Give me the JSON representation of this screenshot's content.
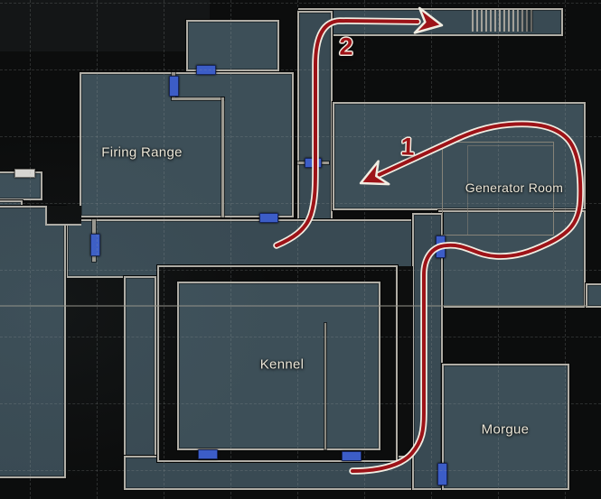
{
  "map": {
    "rooms": [
      {
        "id": "firing-range",
        "label": "Firing Range"
      },
      {
        "id": "generator-room",
        "label": "Generator Room"
      },
      {
        "id": "kennel",
        "label": "Kennel"
      },
      {
        "id": "morgue",
        "label": "Morgue"
      }
    ],
    "route_markers": [
      {
        "id": "step-1",
        "label": "1"
      },
      {
        "id": "step-2",
        "label": "2"
      }
    ],
    "icons": [
      "door-marker-icon",
      "white-door-marker-icon",
      "stairs-icon",
      "route-arrow-icon"
    ],
    "colors": {
      "background": "#0c0d0d",
      "room_fill": "#3d4f58",
      "wall": "#b0ada5",
      "door_blue": "#3c5dc7",
      "door_white": "#d8d6d2",
      "route_red": "#9d1318",
      "route_outline": "#f1ede2",
      "label_text": "#ebe6d7",
      "marker_red": "#9e1216"
    }
  }
}
